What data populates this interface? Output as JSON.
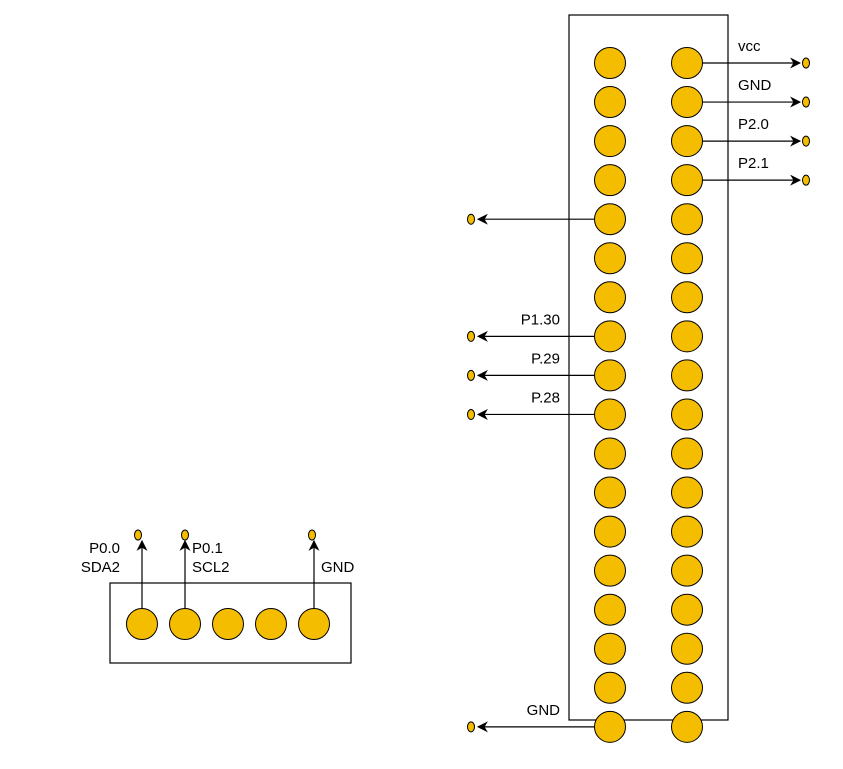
{
  "colors": {
    "pin_fill": "#F5BD00",
    "stroke": "#000000",
    "background": "#ffffff"
  },
  "main_header": {
    "rows": 18,
    "columns": 2,
    "right_labels": [
      {
        "row": 0,
        "text": "vcc"
      },
      {
        "row": 1,
        "text": "GND"
      },
      {
        "row": 2,
        "text": "P2.0"
      },
      {
        "row": 3,
        "text": "P2.1"
      }
    ],
    "left_connections": [
      {
        "row": 4,
        "text": ""
      },
      {
        "row": 7,
        "text": "P1.30"
      },
      {
        "row": 8,
        "text": "P.29"
      },
      {
        "row": 9,
        "text": "P.28"
      },
      {
        "row": 17,
        "text": "GND"
      }
    ]
  },
  "small_header": {
    "pins": 5,
    "connections": [
      {
        "pin": 0,
        "lines": [
          "P0.0",
          "SDA2"
        ]
      },
      {
        "pin": 1,
        "lines": [
          "P0.1",
          "SCL2"
        ]
      },
      {
        "pin": 4,
        "lines": [
          "GND"
        ]
      }
    ]
  }
}
